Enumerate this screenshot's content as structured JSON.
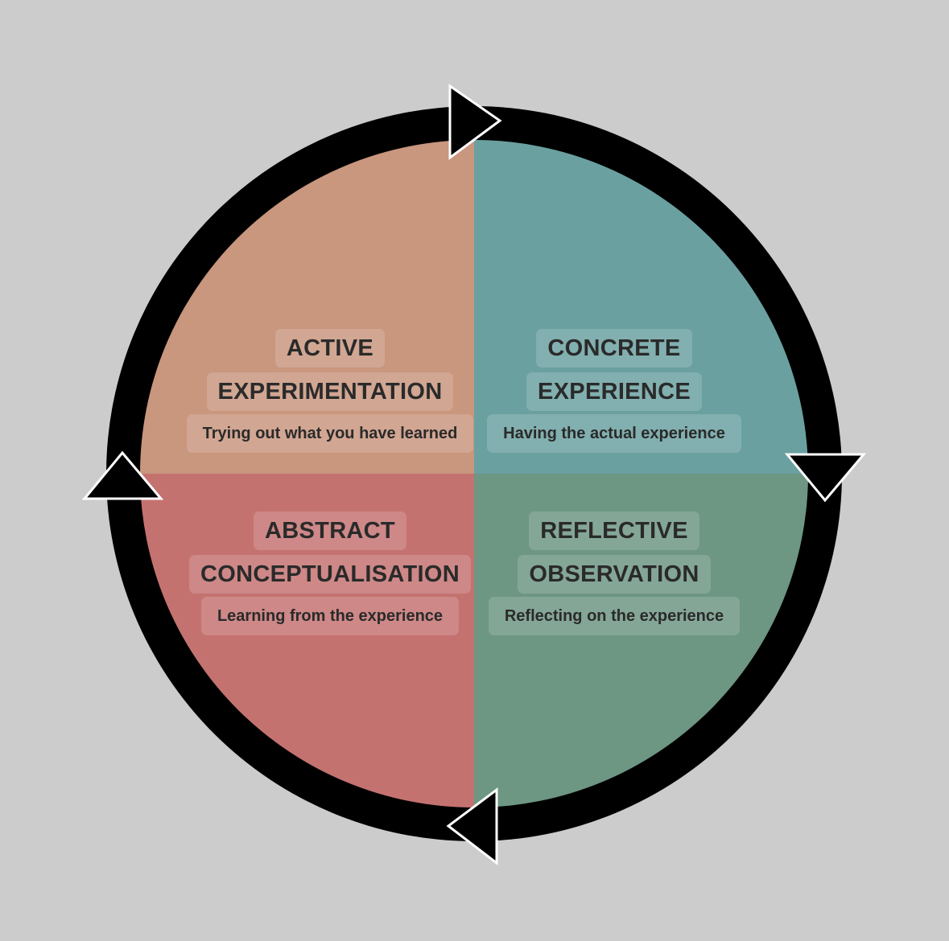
{
  "colors": {
    "background": "#cccccc",
    "ring": "#000000",
    "active_experimentation": "#c9967e",
    "concrete_experience": "#6aa0a0",
    "abstract_conceptualisation": "#c47270",
    "reflective_observation": "#6d9683"
  },
  "quadrants": {
    "active_experimentation": {
      "title_line1": "ACTIVE",
      "title_line2": "EXPERIMENTATION",
      "description": "Trying out what you have learned"
    },
    "concrete_experience": {
      "title_line1": "CONCRETE",
      "title_line2": "EXPERIENCE",
      "description": "Having the actual experience"
    },
    "abstract_conceptualisation": {
      "title_line1": "ABSTRACT",
      "title_line2": "CONCEPTUALISATION",
      "description": "Learning from the experience"
    },
    "reflective_observation": {
      "title_line1": "REFLECTIVE",
      "title_line2": "OBSERVATION",
      "description": "Reflecting on the experience"
    }
  },
  "cycle": {
    "direction": "clockwise",
    "arrow_icons": [
      "arrow-right-icon",
      "arrow-down-icon",
      "arrow-left-icon",
      "arrow-up-icon"
    ]
  }
}
